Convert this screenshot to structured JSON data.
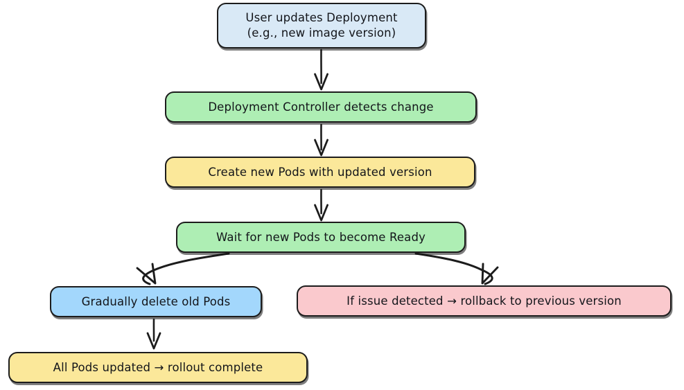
{
  "diagram": {
    "title": "Kubernetes Deployment rollout flow",
    "type": "flowchart",
    "direction": "top-to-bottom",
    "style": "hand-drawn",
    "background": "#ffffff",
    "stroke_color": "#1c1c1c",
    "text_color": "#13151a"
  },
  "nodes": [
    {
      "id": "update",
      "label": "User updates Deployment\n(e.g., new image version)",
      "fill": "#d9e9f6",
      "fill_name": "light-blue"
    },
    {
      "id": "controller",
      "label": "Deployment Controller detects change",
      "fill": "#aeeeb4",
      "fill_name": "green"
    },
    {
      "id": "create",
      "label": "Create new Pods with updated version",
      "fill": "#fbe89a",
      "fill_name": "yellow"
    },
    {
      "id": "wait",
      "label": "Wait for new Pods to become Ready",
      "fill": "#aeeeb4",
      "fill_name": "green"
    },
    {
      "id": "delete",
      "label": "Gradually delete old Pods",
      "fill": "#a3d7fc",
      "fill_name": "blue"
    },
    {
      "id": "rollback",
      "label": "If issue detected → rollback to previous version",
      "fill": "#fac9cd",
      "fill_name": "pink"
    },
    {
      "id": "complete",
      "label": "All Pods updated → rollout complete",
      "fill": "#fbe89a",
      "fill_name": "yellow"
    }
  ],
  "edges": [
    {
      "id": "e1",
      "from": "update",
      "to": "controller",
      "shape": "straight",
      "label": ""
    },
    {
      "id": "e2",
      "from": "controller",
      "to": "create",
      "shape": "straight",
      "label": ""
    },
    {
      "id": "e3",
      "from": "create",
      "to": "wait",
      "shape": "straight",
      "label": ""
    },
    {
      "id": "e4",
      "from": "wait",
      "to": "delete",
      "shape": "curved-left",
      "label": ""
    },
    {
      "id": "e5",
      "from": "wait",
      "to": "rollback",
      "shape": "curved-right",
      "label": ""
    },
    {
      "id": "e6",
      "from": "delete",
      "to": "complete",
      "shape": "straight",
      "label": ""
    }
  ]
}
